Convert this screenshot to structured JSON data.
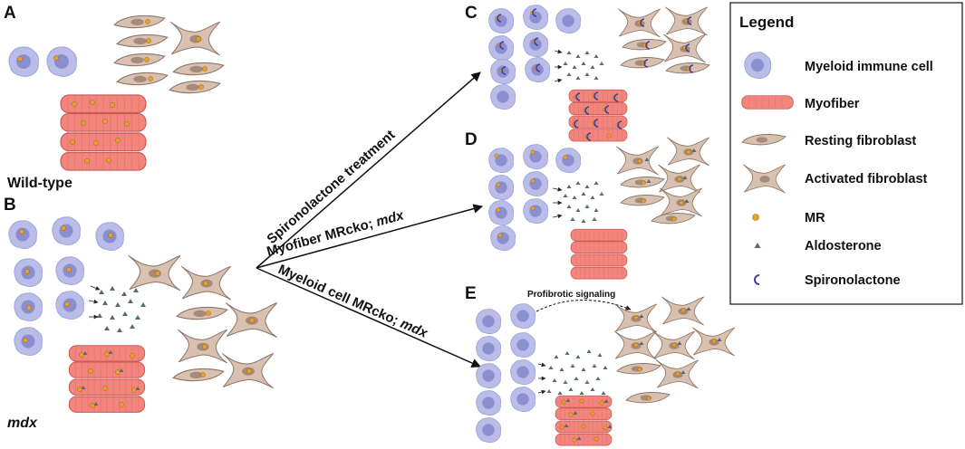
{
  "panels": {
    "A": {
      "letter": "A",
      "caption": "Wild-type"
    },
    "B": {
      "letter": "B",
      "caption": "mdx"
    },
    "C": {
      "letter": "C"
    },
    "D": {
      "letter": "D"
    },
    "E": {
      "letter": "E",
      "annotation": "Profibrotic signaling"
    }
  },
  "arrows": {
    "spironolactone": "Spironolactone treatment",
    "myofiber_prefix": "Myofiber MRcko; ",
    "myofiber_italic": "mdx",
    "myeloid_prefix": "Myeloid cell MRcko; ",
    "myeloid_italic": "mdx"
  },
  "legend": {
    "title": "Legend",
    "items": [
      {
        "icon": "myeloid-cell-icon",
        "label": "Myeloid immune cell"
      },
      {
        "icon": "myofiber-icon",
        "label": "Myofiber"
      },
      {
        "icon": "resting-fibroblast-icon",
        "label": "Resting fibroblast"
      },
      {
        "icon": "activated-fibroblast-icon",
        "label": "Activated fibroblast"
      },
      {
        "icon": "mr-dot-icon",
        "label": "MR"
      },
      {
        "icon": "aldosterone-icon",
        "label": "Aldosterone"
      },
      {
        "icon": "spironolactone-icon",
        "label": "Spironolactone"
      }
    ]
  },
  "colors": {
    "myeloid_fill": "#b9bde8",
    "myeloid_nucleus": "#8b8fd0",
    "myofiber_fill": "#f2857d",
    "fibroblast_fill": "#d8c1b1",
    "fibroblast_nucleus": "#a68b7a",
    "mr_dot": "#e8a02a",
    "aldosterone": "#556b70",
    "spironolactone": "#3a3fa0"
  }
}
